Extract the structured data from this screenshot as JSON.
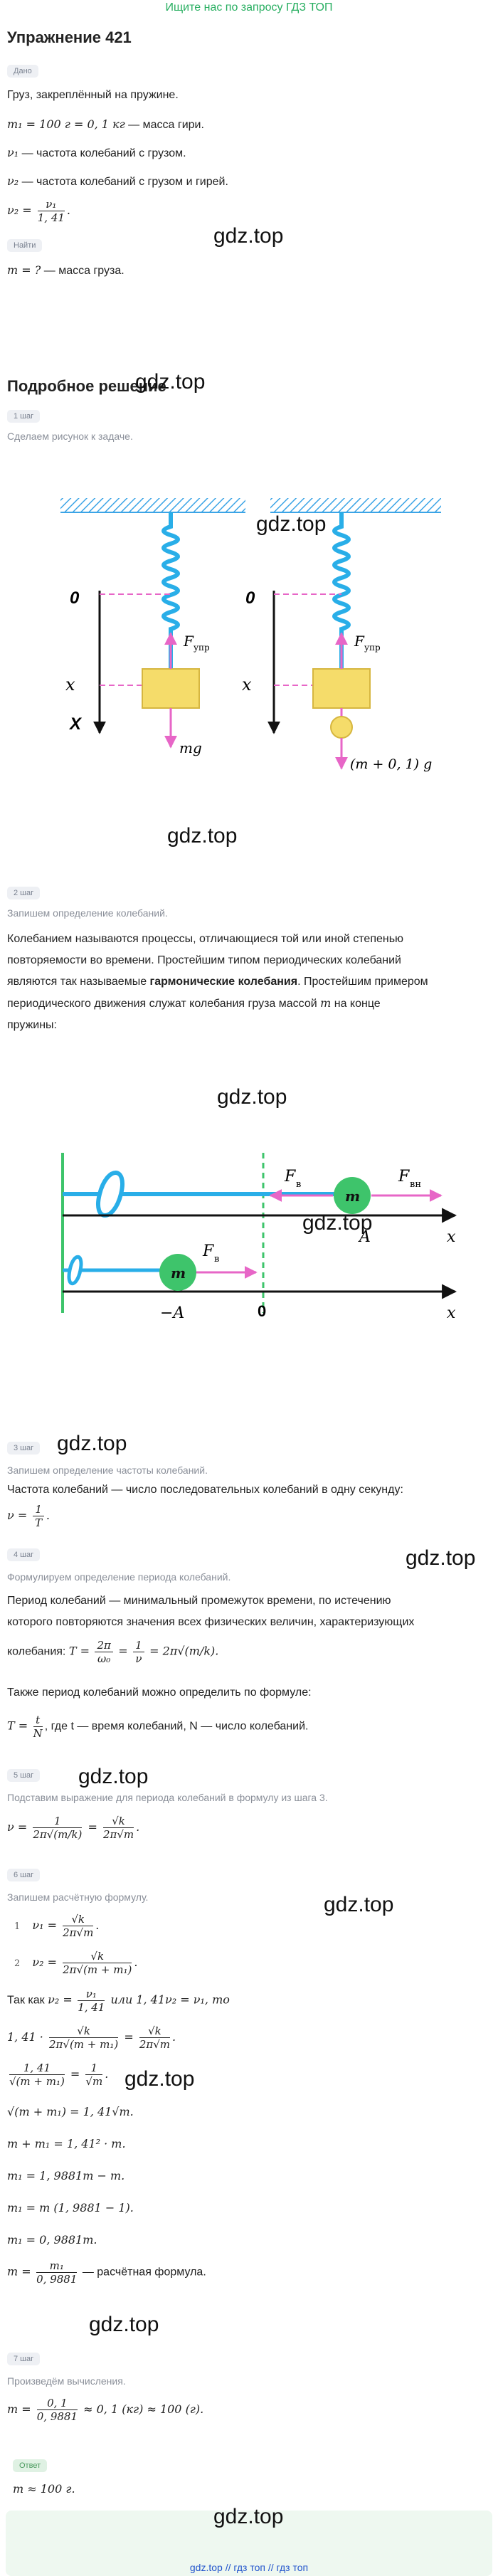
{
  "ad": "Ищите нас по запросу ГДЗ ТОП",
  "title": "Упражнение 421",
  "given": {
    "tag": "Дано",
    "l1": "Груз, закреплённый на пружине.",
    "l2_math": "m₁ = 100 г = 0, 1 кг",
    "l2_text": " — масса гири.",
    "l3_math": "ν₁",
    "l3_text": " — частота колебаний с грузом.",
    "l4_math": "ν₂",
    "l4_text": " — частота колебаний с грузом и гирей.",
    "l5_left": "ν₂ =",
    "l5_num": "ν₁",
    "l5_den": "1, 41"
  },
  "find": {
    "tag": "Найти",
    "math": "m = ?",
    "text": " — масса груза."
  },
  "solution_title": "Подробное решение",
  "watermark": "gdz.top",
  "step1": {
    "tag": "1 шаг",
    "note": "Сделаем рисунок к задаче."
  },
  "fig1": {
    "zero": "0",
    "x": "x",
    "X": "X",
    "fupr": "F",
    "fupr_sub": "упр",
    "mg": "mg",
    "m01g": "(m + 0, 1) g"
  },
  "step2": {
    "tag": "2 шаг",
    "note": "Запишем определение колебаний.",
    "p1": "Колебанием называются процессы, отличающиеся той или иной степенью",
    "p2": "повторяемости во времени. Простейшим типом периодических колебаний",
    "p3a": "являются так называемые ",
    "p3b": "гармонические колебания",
    "p3c": ". Простейшим примером",
    "p4a": "периодического движения служат колебания груза массой ",
    "p4b": "m",
    "p4c": " на конце",
    "p5": "пружины:"
  },
  "fig2": {
    "fv": "F",
    "fv_sub": "в",
    "fvn": "F",
    "fvn_sub": "вн",
    "m": "m",
    "A": "A",
    "minusA": "−A",
    "x": "x",
    "zero": "0"
  },
  "step3": {
    "tag": "3 шаг",
    "note": "Запишем определение частоты колебаний.",
    "p1a": "Частота колебаний",
    "p1b": " — число последовательных колебаний в одну секунду:",
    "f_left": "ν =",
    "f_num": "1",
    "f_den": "T"
  },
  "step4": {
    "tag": "4 шаг",
    "note": "Формулируем определение периода колебаний.",
    "p1": "Период колебаний — минимальный промежуток времени, по истечению",
    "p2": "которого повторяются значения всех физических величин, характеризующих",
    "p3": "колебания:",
    "f1": "T =",
    "f1_n": "2π",
    "f1_d": "ω₀",
    "f1_eq": "=",
    "f1_n2": "1",
    "f1_d2": "ν",
    "f1_tail": "= 2π√(m/k).",
    "p4": "Также период колебаний можно определить по формуле:",
    "f2_left": "T =",
    "f2_n": "t",
    "f2_d": "N",
    "f2_text": ", где t — время колебаний, N — число колебаний."
  },
  "step5": {
    "tag": "5 шаг",
    "note": "Подставим выражение для периода колебаний в формулу из шага 3.",
    "f_left": "ν =",
    "f_n": "1",
    "f_d": "2π√(m/k)",
    "f_eq": "=",
    "f_n2": "√k",
    "f_d2": "2π√m"
  },
  "step6": {
    "tag": "6 шаг",
    "note": "Запишем расчётную формулу.",
    "e1_num": "1",
    "e1": "ν₁ =",
    "e1_n": "√k",
    "e1_d": "2π√m",
    "e2_num": "2",
    "e2": "ν₂ =",
    "e2_n": "√k",
    "e2_d": "2π√(m + m₁)",
    "so_a": "Так как ",
    "so_b": "ν₂ =",
    "so_n": "ν₁",
    "so_d": "1, 41",
    "so_c": " или 1, 41ν₂ = ν₁, то",
    "r1_a": "1, 41 ·",
    "r1_n": "√k",
    "r1_d": "2π√(m + m₁)",
    "r1_eq": "=",
    "r1_n2": "√k",
    "r1_d2": "2π√m",
    "r2_n": "1, 41",
    "r2_d": "√(m + m₁)",
    "r2_eq": "=",
    "r2_n2": "1",
    "r2_d2": "√m",
    "r3": "√(m + m₁) = 1, 41√m.",
    "r4": "m + m₁ = 1, 41² · m.",
    "r5": "m₁ = 1, 9881m − m.",
    "r6": "m₁ = m (1, 9881 − 1).",
    "r7": "m₁ = 0, 9881m.",
    "r8_a": "m =",
    "r8_n": "m₁",
    "r8_d": "0, 9881",
    "r8_b": " — расчётная формула."
  },
  "step7": {
    "tag": "7 шаг",
    "note": "Произведём вычисления.",
    "f_a": "m =",
    "f_n": "0, 1",
    "f_d": "0, 9881",
    "f_b": "≈ 0, 1 (кг) ≈ 100 (г)."
  },
  "answer": {
    "tag": "Ответ",
    "text": "m ≈ 100 г."
  },
  "footer": "gdz.top // гдз топ // гдз топ",
  "colors": {
    "spring": "#29aee8",
    "arrow": "#e766c7",
    "block": "#f5dc6a",
    "hatch": "#3ba4e6",
    "green_wall": "#3ec46b"
  }
}
